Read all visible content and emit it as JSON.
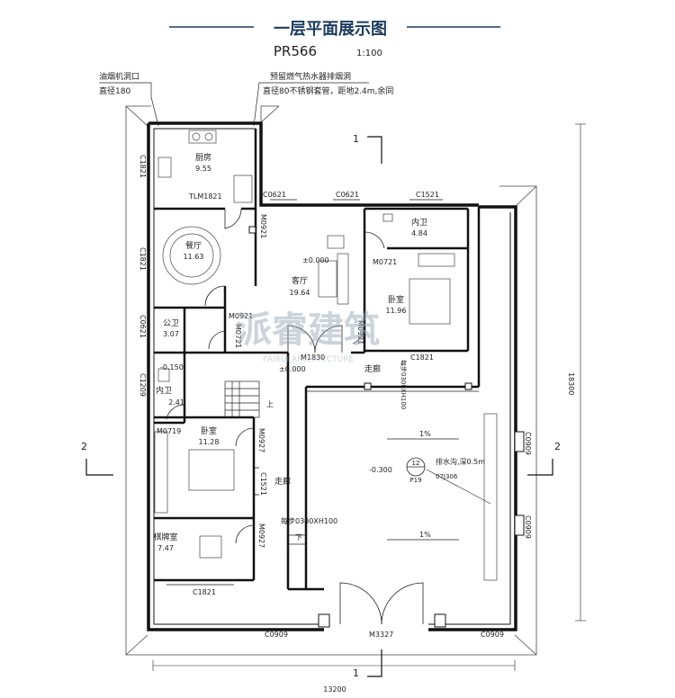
{
  "header": {
    "title": "一层平面展示图",
    "code": "PR566",
    "scale": "1:100",
    "accent": "#1b3a5e"
  },
  "notes": {
    "hood_hole": "油烟机洞口",
    "hood_dia": "直径180",
    "gas_hole": "预留燃气热水器排烟洞",
    "gas_pipe": "直径80不锈钢套管，距地2.4m,余同"
  },
  "rooms": {
    "kitchen": {
      "name": "厨房",
      "area": "9.55"
    },
    "dining": {
      "name": "餐厅",
      "area": "11.63"
    },
    "living": {
      "name": "客厅",
      "area": "19.64",
      "level": "±0.000"
    },
    "bath_r": {
      "name": "内卫",
      "area": "4.84"
    },
    "bed_r": {
      "name": "卧室",
      "area": "11.96"
    },
    "wc": {
      "name": "公卫",
      "area": "3.07"
    },
    "bath_l": {
      "name": "内卫",
      "area": "2.41",
      "level": "-0.150"
    },
    "bed_l": {
      "name": "卧室",
      "area": "11.28"
    },
    "chess": {
      "name": "棋牌室",
      "area": "7.47"
    },
    "corridor1": "走廊",
    "corridor2": "走廊",
    "yard_level": "-0.300",
    "entry_level": "±0.000"
  },
  "tags": {
    "c1821_top": "C1821",
    "tlm1821": "TLM1821",
    "c0621_a": "C0621",
    "c0621_b": "C0621",
    "c1521": "C1521",
    "m0921_a": "M0921",
    "c1821_left": "C1821",
    "m0721_r": "M0721",
    "c0621_left": "C0621",
    "m0921_b": "M0921",
    "m0721_l": "M0721",
    "m0921_c": "M0921",
    "m1830": "M1830",
    "c1821_mid": "C1821",
    "c1209": "C1209",
    "m0719": "M0719",
    "m0927_a": "M0927",
    "c1521_b": "C1521",
    "m0927_b": "M0927",
    "c1821_bottom": "C1821",
    "c0909_bl": "C0909",
    "m3327": "M3327",
    "c0909_br": "C0909",
    "c0909_r1": "C0909",
    "c0909_r2": "C0909"
  },
  "stairs": {
    "up": "上",
    "down": "下",
    "step1": "每步0300XH100",
    "step2": "每步0300XH100"
  },
  "drain": {
    "label": "排水沟,深0.5m",
    "num": "12",
    "ref": "P19",
    "atlas": "07J306"
  },
  "slope": {
    "a": "1%",
    "b": "1%"
  },
  "dims": {
    "width": "13200",
    "height": "18300"
  },
  "sections": {
    "s1_top": "1",
    "s1_bottom": "1",
    "s2_left": "2",
    "s2_right": "2"
  },
  "watermark": {
    "brand": "派睿建筑",
    "sub": "PAIRUI ARCHITECTURE"
  }
}
